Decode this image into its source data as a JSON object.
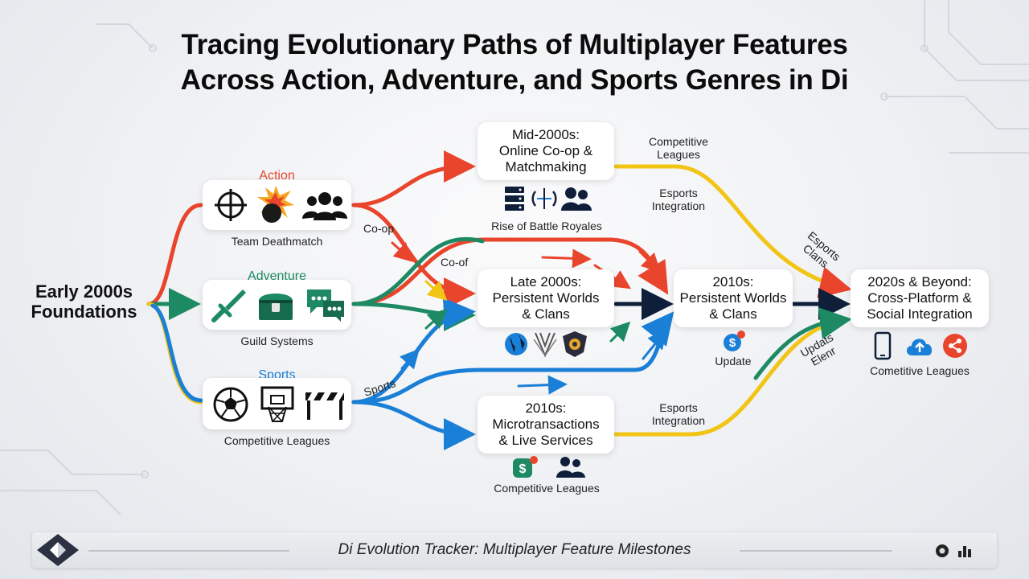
{
  "title_line1": "Tracing Evolutionary Paths of Multiplayer Features",
  "title_line2": "Across Action, Adventure, and Sports Genres in Di",
  "start": {
    "line1": "Early 2000s",
    "line2": "Foundations"
  },
  "genres": {
    "action": {
      "title": "Action",
      "caption": "Team Deathmatch",
      "color": "#e8452c"
    },
    "adventure": {
      "title": "Adventure",
      "caption": "Guild Systems",
      "color": "#1d8a63"
    },
    "sports": {
      "title": "Sports",
      "caption": "Competitive Leagues",
      "color": "#1a7fd6"
    }
  },
  "nodes": {
    "mid2000s": {
      "line1": "Mid-2000s:",
      "line2": "Online Co-op &",
      "line3": "Matchmaking",
      "caption": "Rise of Battle Royales"
    },
    "late2000s": {
      "line1": "Late 2000s:",
      "line2": "Persistent Worlds",
      "line3": "& Clans"
    },
    "s2010_persistent": {
      "line1": "2010s:",
      "line2": "Persistent Worlds",
      "line3": "& Clans",
      "caption": "Update"
    },
    "s2010_micro": {
      "line1": "2010s:",
      "line2": "Microtransactions",
      "line3": "& Live Services",
      "caption": "Competitive Leagues"
    },
    "s2020": {
      "line1": "2020s & Beyond:",
      "line2": "Cross-Platform &",
      "line3": "Social Integration",
      "caption": "Cometitive Leagues"
    }
  },
  "edge_labels": {
    "coop": "Co-op",
    "coof": "Co-of",
    "sports": "Sports",
    "competitive_line1": "Competitive",
    "competitive_line2": "Leagues",
    "esports_top_line1": "Esports",
    "esports_top_line2": "Integration",
    "esports_clans_line1": "Esports",
    "esports_clans_line2": "Clans",
    "updates_line1": "Updats",
    "updates_line2": "Elenr",
    "esports_bottom_line1": "Esports",
    "esports_bottom_line2": "Integration"
  },
  "footer": {
    "text": "Di Evolution Tracker: Multiplayer Feature Milestones"
  },
  "colors": {
    "red": "#e8452c",
    "yellow": "#f2c416",
    "green": "#1d8a63",
    "blue": "#1a7fd6",
    "navy": "#0f1f3a"
  }
}
